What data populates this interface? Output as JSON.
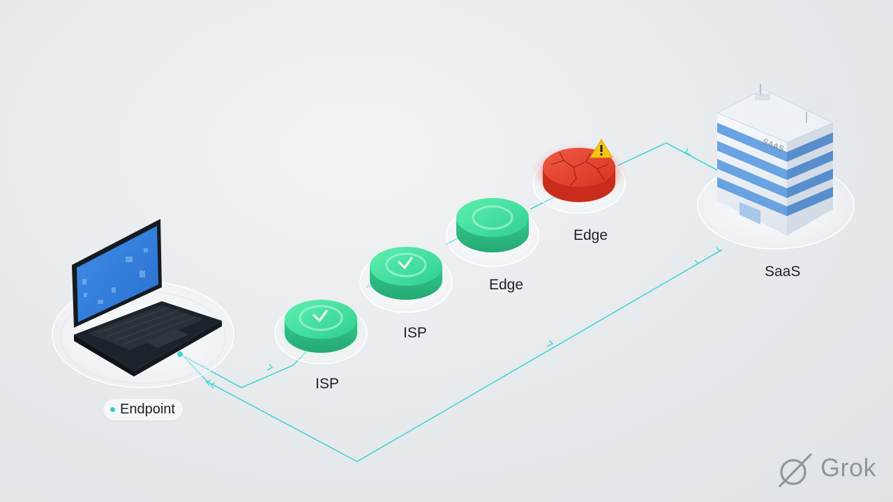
{
  "nodes": {
    "endpoint": {
      "label": "Endpoint",
      "status": "source"
    },
    "isp_1": {
      "label": "ISP",
      "status": "ok"
    },
    "isp_2": {
      "label": "ISP",
      "status": "ok"
    },
    "edge_1": {
      "label": "Edge",
      "status": "ok"
    },
    "edge_2": {
      "label": "Edge",
      "status": "failed"
    },
    "saas": {
      "label": "SaaS",
      "sign": "SAAS"
    }
  },
  "colors": {
    "path_line": "#45d3d6",
    "ok": "#3edb9a",
    "failed": "#e8402f",
    "warning": "#f5c518",
    "building_glass": "#5b9be0"
  },
  "brand": {
    "name": "Grok"
  }
}
